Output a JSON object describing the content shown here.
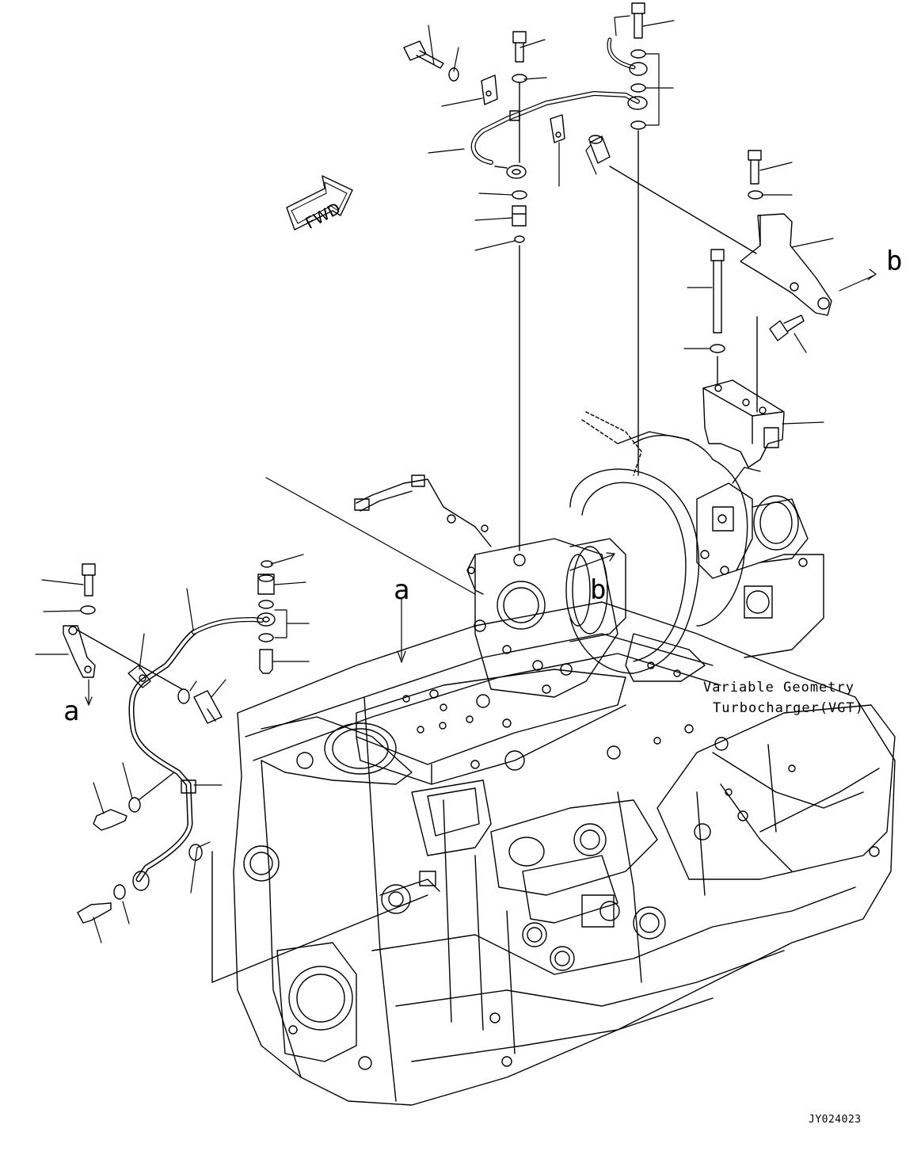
{
  "labels": {
    "a_top": "a",
    "b_middle": "b",
    "b_right": "b",
    "a_left": "a",
    "fwd": "FWD",
    "vgt_line1": "Variable Geometry",
    "vgt_line2": "Turbocharger(VGT)",
    "drawing_id": "JY024023"
  },
  "colors": {
    "line": "#000000",
    "background": "#ffffff"
  }
}
